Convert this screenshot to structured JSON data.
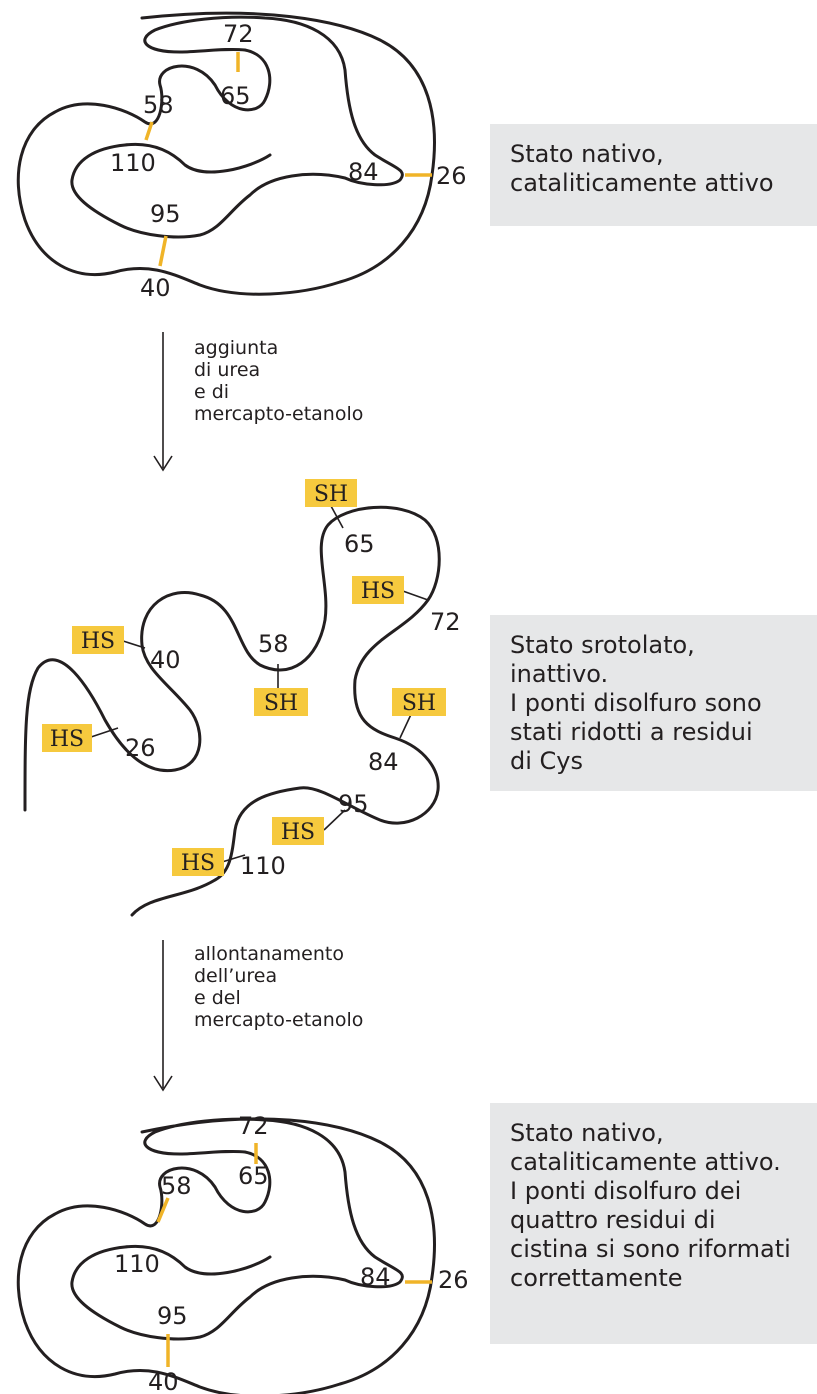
{
  "states": {
    "native": {
      "description": "Stato nativo,\ncataliticamente attivo"
    },
    "unfolded": {
      "description": "Stato srotolato, inattivo.\nI ponti disolfuro sono\nstati ridotti a residui\ndi Cys"
    },
    "refolded": {
      "description": "Stato nativo,\ncataliticamente attivo.\nI ponti disolfuro dei\nquattro residui di\ncistina si sono riformati\ncorrettamente"
    }
  },
  "steps": {
    "denature": {
      "lines": [
        "aggiunta",
        "di urea",
        "e di",
        "mercapto-etanolo"
      ]
    },
    "renature": {
      "lines": [
        "allontanamento",
        "dell’urea",
        "e del",
        "mercapto-etanolo"
      ]
    }
  },
  "residues": {
    "r26": "26",
    "r40": "40",
    "r58": "58",
    "r65": "65",
    "r72": "72",
    "r84": "84",
    "r95": "95",
    "r110": "110"
  },
  "groups": {
    "sh": "SH",
    "hs": "HS"
  },
  "colors": {
    "disulfide_bridge": "#f0b428",
    "thiol_highlight": "#f6c93e",
    "text_box": "#e6e7e8",
    "chain": "#231f20"
  }
}
